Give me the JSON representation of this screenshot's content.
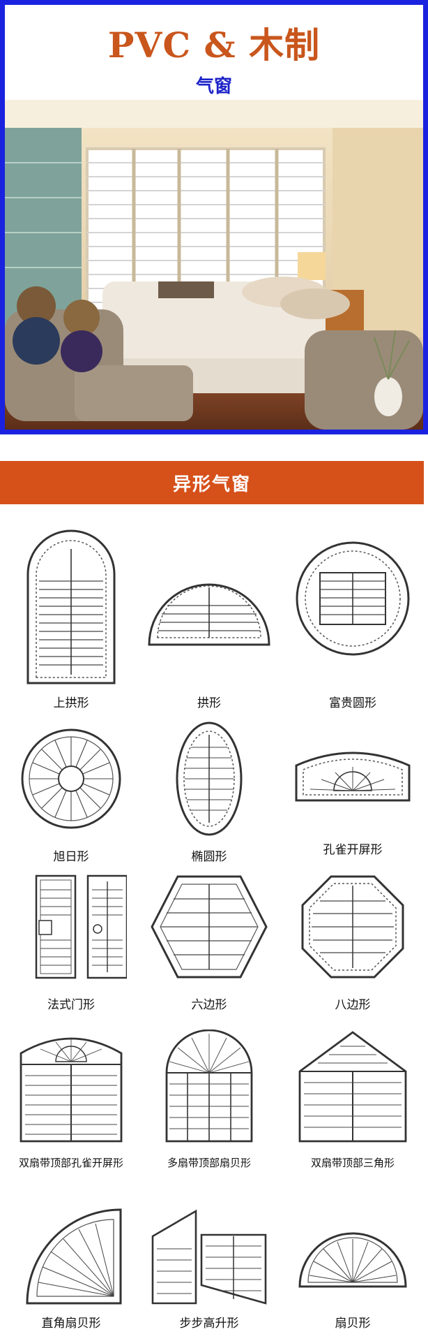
{
  "banner": {
    "brand_title": "PVC & 木制",
    "brand_subtitle": "气窗",
    "colors": {
      "border": "#1a22e0",
      "title": "#c9561c",
      "subtitle": "#1d23c8"
    }
  },
  "section": {
    "title": "异形气窗",
    "color": "#d6501a"
  },
  "shapes": [
    {
      "label": "上拱形",
      "icon": "arch-top-window-icon"
    },
    {
      "label": "拱形",
      "icon": "half-arch-window-icon"
    },
    {
      "label": "富贵圆形",
      "icon": "circle-window-icon"
    },
    {
      "label": "旭日形",
      "icon": "sunburst-window-icon"
    },
    {
      "label": "椭圆形",
      "icon": "oval-window-icon"
    },
    {
      "label": "孔雀开屏形",
      "icon": "peacock-window-icon"
    },
    {
      "label": "法式门形",
      "icon": "french-door-icon"
    },
    {
      "label": "六边形",
      "icon": "hexagon-window-icon"
    },
    {
      "label": "八边形",
      "icon": "octagon-window-icon"
    },
    {
      "label": "双扇带顶部孔雀开屏形",
      "icon": "double-peacock-top-window-icon"
    },
    {
      "label": "多扇带顶部扇贝形",
      "icon": "multi-fan-top-window-icon"
    },
    {
      "label": "双扇带顶部三角形",
      "icon": "double-triangle-top-window-icon"
    },
    {
      "label": "直角扇贝形",
      "icon": "quarter-fan-window-icon"
    },
    {
      "label": "步步高升形",
      "icon": "stepped-window-icon"
    },
    {
      "label": "扇贝形",
      "icon": "fan-window-icon"
    }
  ]
}
